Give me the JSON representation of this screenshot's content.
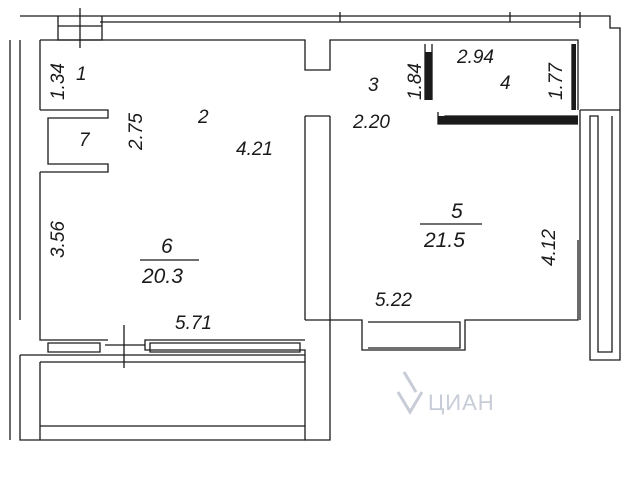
{
  "plan": {
    "rooms": [
      {
        "number": "1",
        "dim": "1.34"
      },
      {
        "number": "2",
        "dim": "2.75",
        "dim2": "4.21"
      },
      {
        "number": "3",
        "dim": "1.84",
        "dim2": "2.20"
      },
      {
        "number": "4",
        "dim": "2.94",
        "dim2": "1.77"
      },
      {
        "number": "5",
        "area": "21.5",
        "dim": "4.12",
        "dim2": "5.22"
      },
      {
        "number": "6",
        "area": "20.3",
        "dim": "3.56",
        "dim2": "5.71"
      },
      {
        "number": "7"
      }
    ],
    "watermark": "ЦИАН"
  },
  "colors": {
    "wall": "#1a1a1a",
    "background": "#ffffff",
    "watermark": "#c7ccd6"
  }
}
